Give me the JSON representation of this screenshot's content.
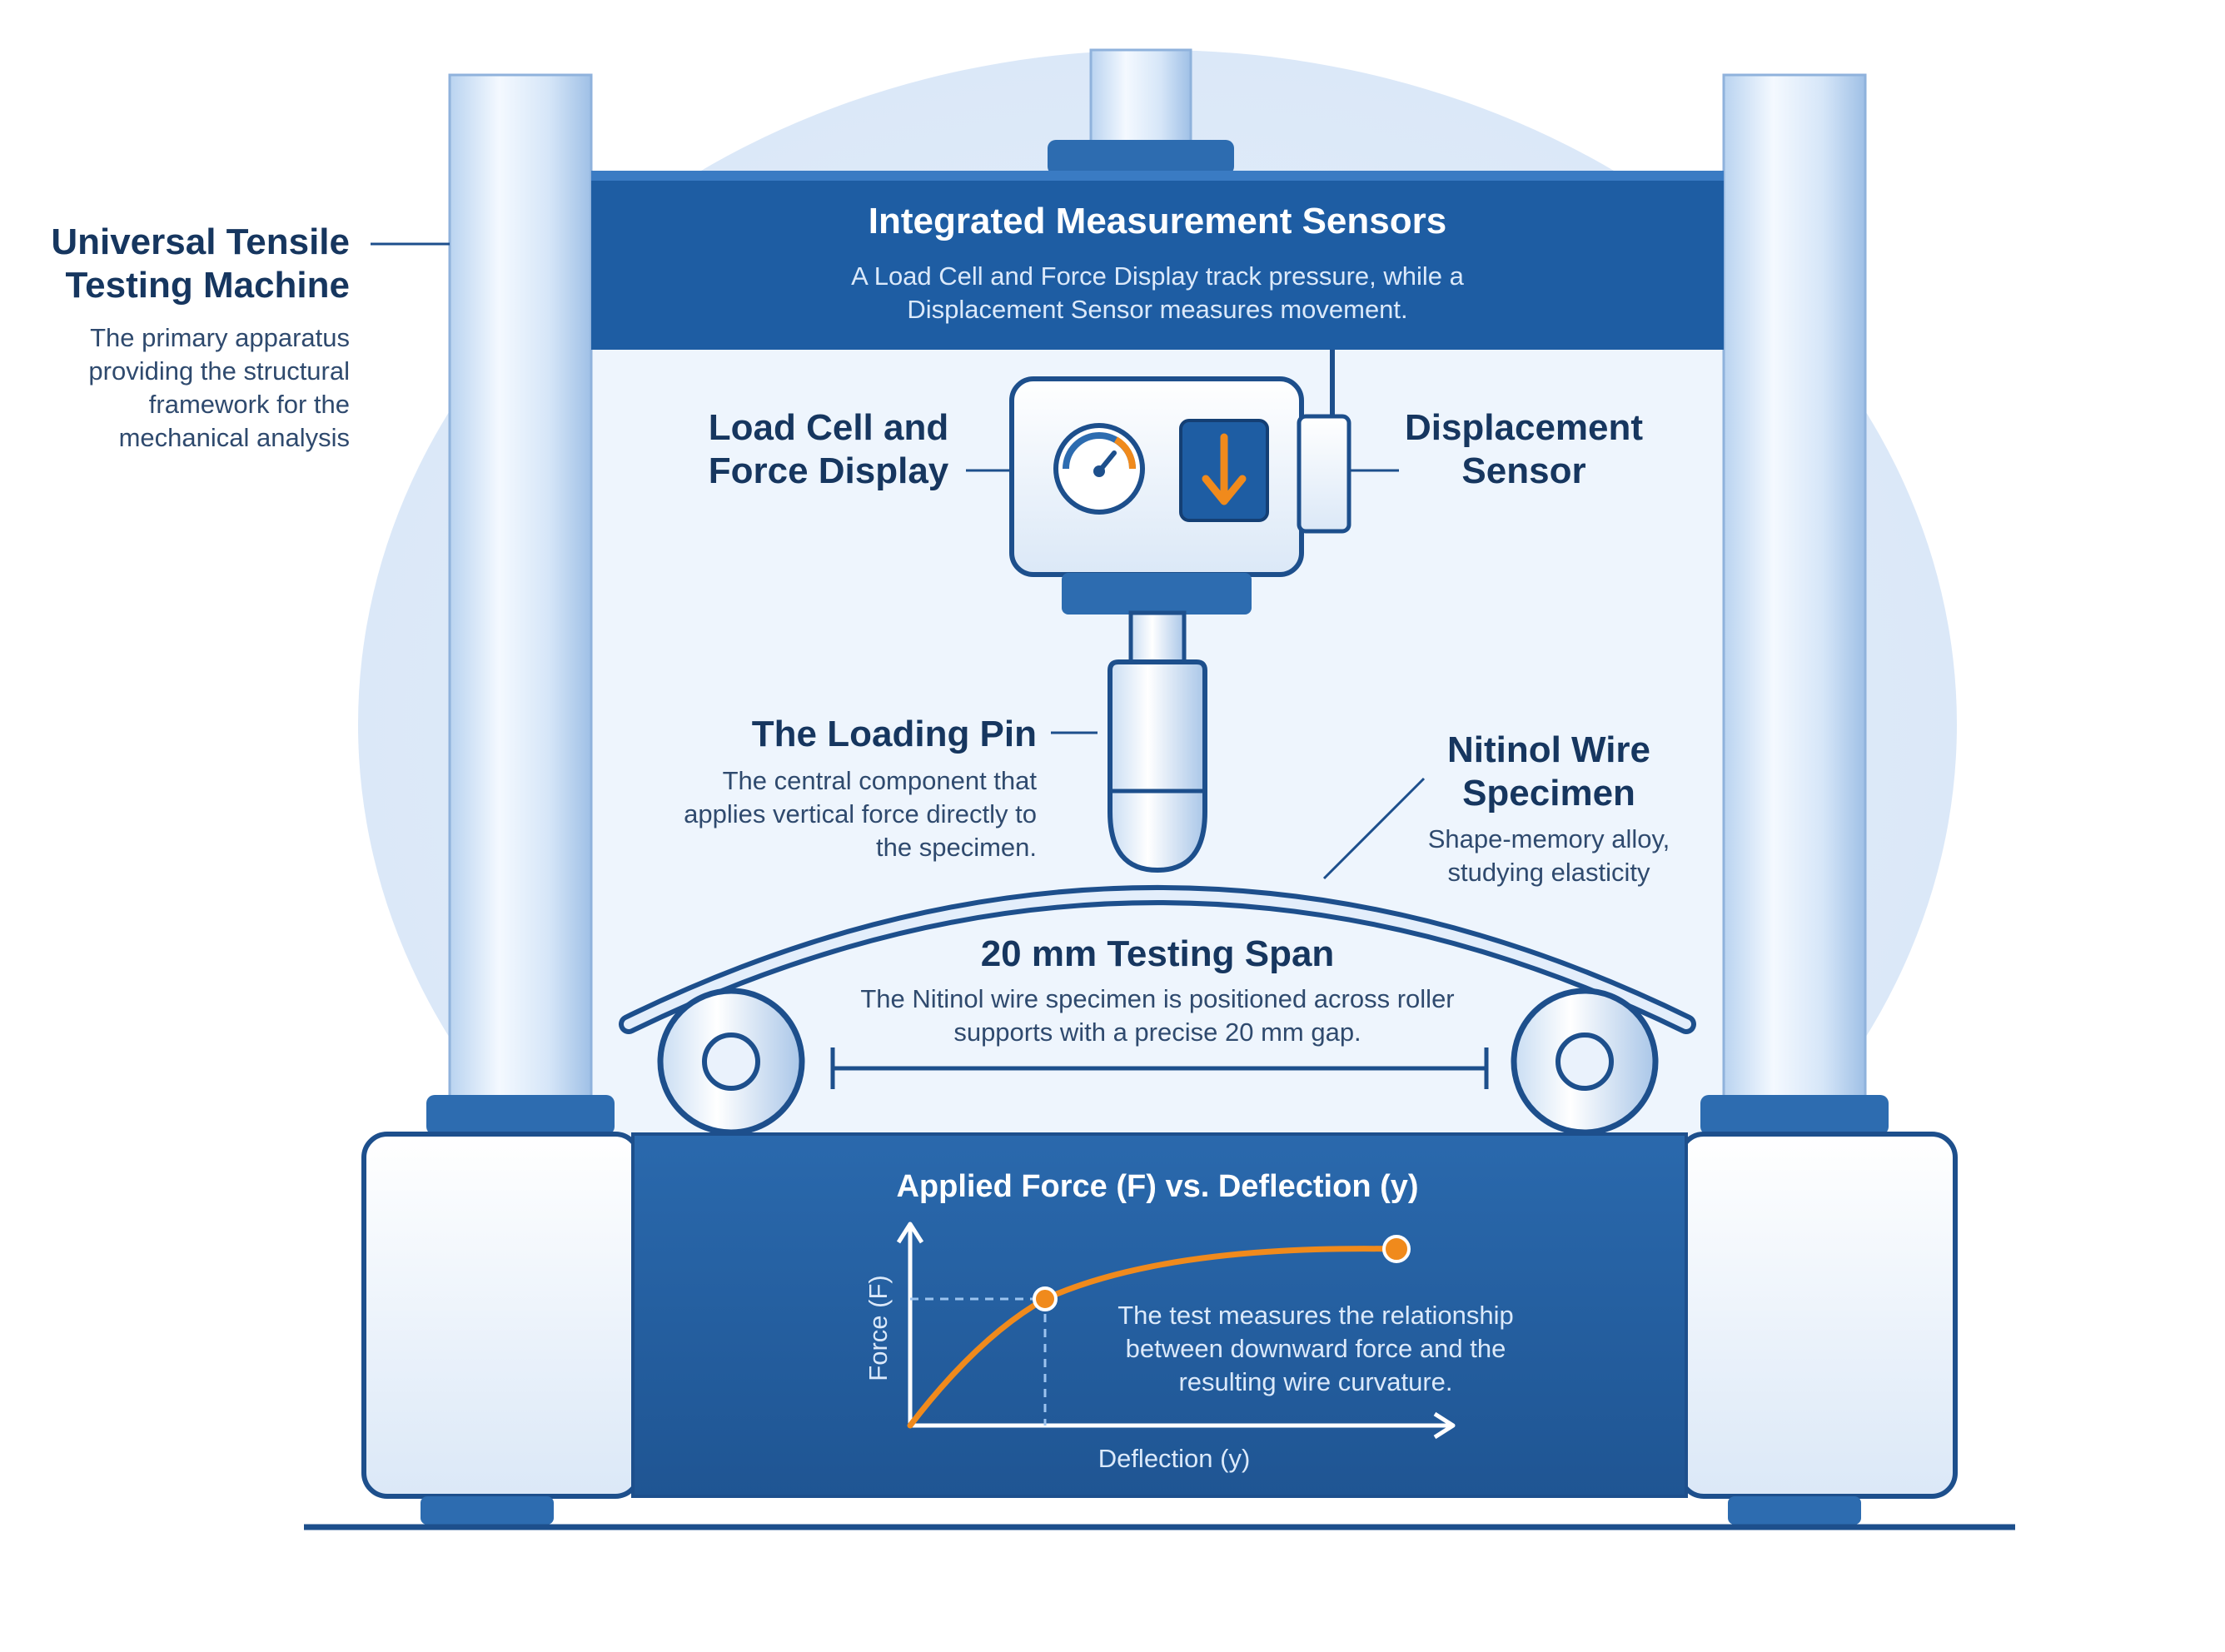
{
  "machine": {
    "title": "Universal Tensile Testing Machine",
    "description": "The primary apparatus providing the structural framework for the mechanical analysis"
  },
  "sensors_banner": {
    "title": "Integrated Measurement Sensors",
    "description": "A Load Cell and Force Display track pressure, while a Displacement Sensor measures movement."
  },
  "load_cell": {
    "title": "Load Cell and Force Display"
  },
  "displacement_sensor": {
    "title": "Displacement Sensor"
  },
  "loading_pin": {
    "title": "The Loading Pin",
    "description": "The central component that applies vertical force directly to the specimen."
  },
  "specimen": {
    "title": "Nitinol Wire Specimen",
    "description": "Shape-memory alloy, studying elasticity"
  },
  "span": {
    "title": "20 mm Testing Span",
    "description": "The Nitinol wire specimen is positioned across roller supports with a precise 20 mm gap."
  },
  "graph": {
    "title": "Applied Force (F) vs. Deflection (y)",
    "y_axis": "Force (F)",
    "x_axis": "Deflection (y)",
    "description": "The test measures the relationship between downward force and the resulting wire curvature."
  },
  "icons": {
    "force_display": "gauge-icon",
    "displacement": "down-arrow-icon"
  },
  "colors": {
    "frame_blue": "#2d6cb0",
    "dark_blue": "#1d4f8c",
    "accent_orange": "#f08a1c",
    "text_navy": "#16365f"
  }
}
